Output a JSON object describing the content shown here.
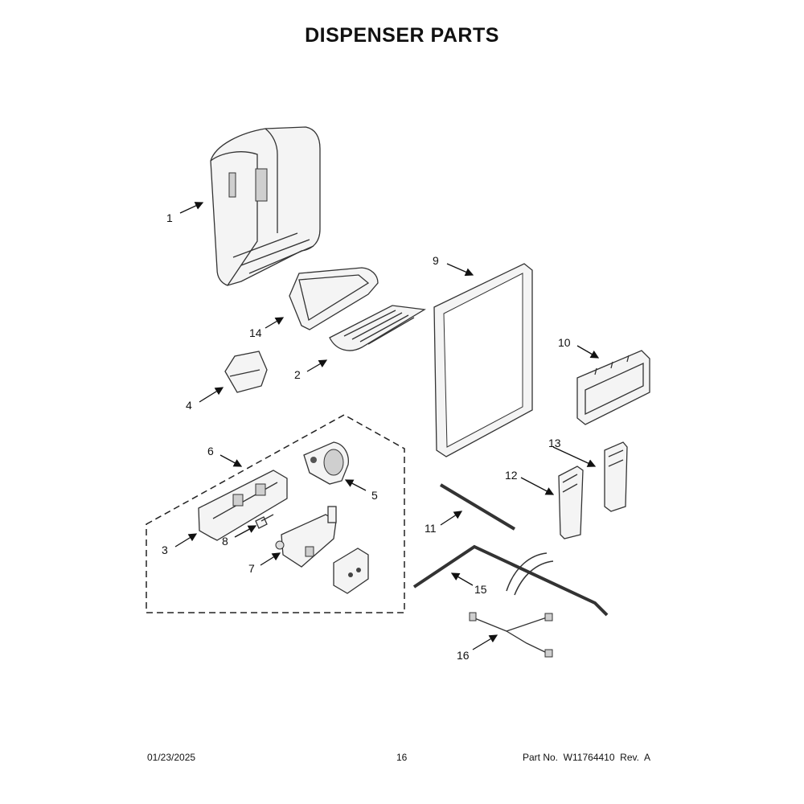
{
  "title": "DISPENSER PARTS",
  "callouts": [
    "1",
    "2",
    "3",
    "4",
    "5",
    "6",
    "7",
    "8",
    "9",
    "10",
    "11",
    "12",
    "13",
    "14",
    "15",
    "16"
  ],
  "footer": {
    "date": "01/23/2025",
    "page": "16",
    "part_no": "Part No.  W11764410  Rev.  A"
  }
}
